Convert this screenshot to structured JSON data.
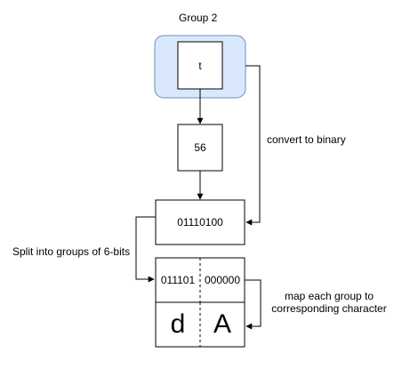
{
  "group_title": "Group 2",
  "nodes": {
    "char": "t",
    "ascii": "56",
    "binary": "01110100",
    "group1_bits": "011101",
    "group2_bits": "000000",
    "group1_char": "d",
    "group2_char": "A"
  },
  "edge_labels": {
    "convert": "convert to binary",
    "split": "Split into groups of 6-bits",
    "map": "map each group to corresponding character"
  },
  "map_label_lines": [
    "map each group to",
    "corresponding character"
  ],
  "colors": {
    "group_fill": "#dae8fc",
    "group_stroke": "#6c8ebf",
    "stroke": "#000000"
  }
}
